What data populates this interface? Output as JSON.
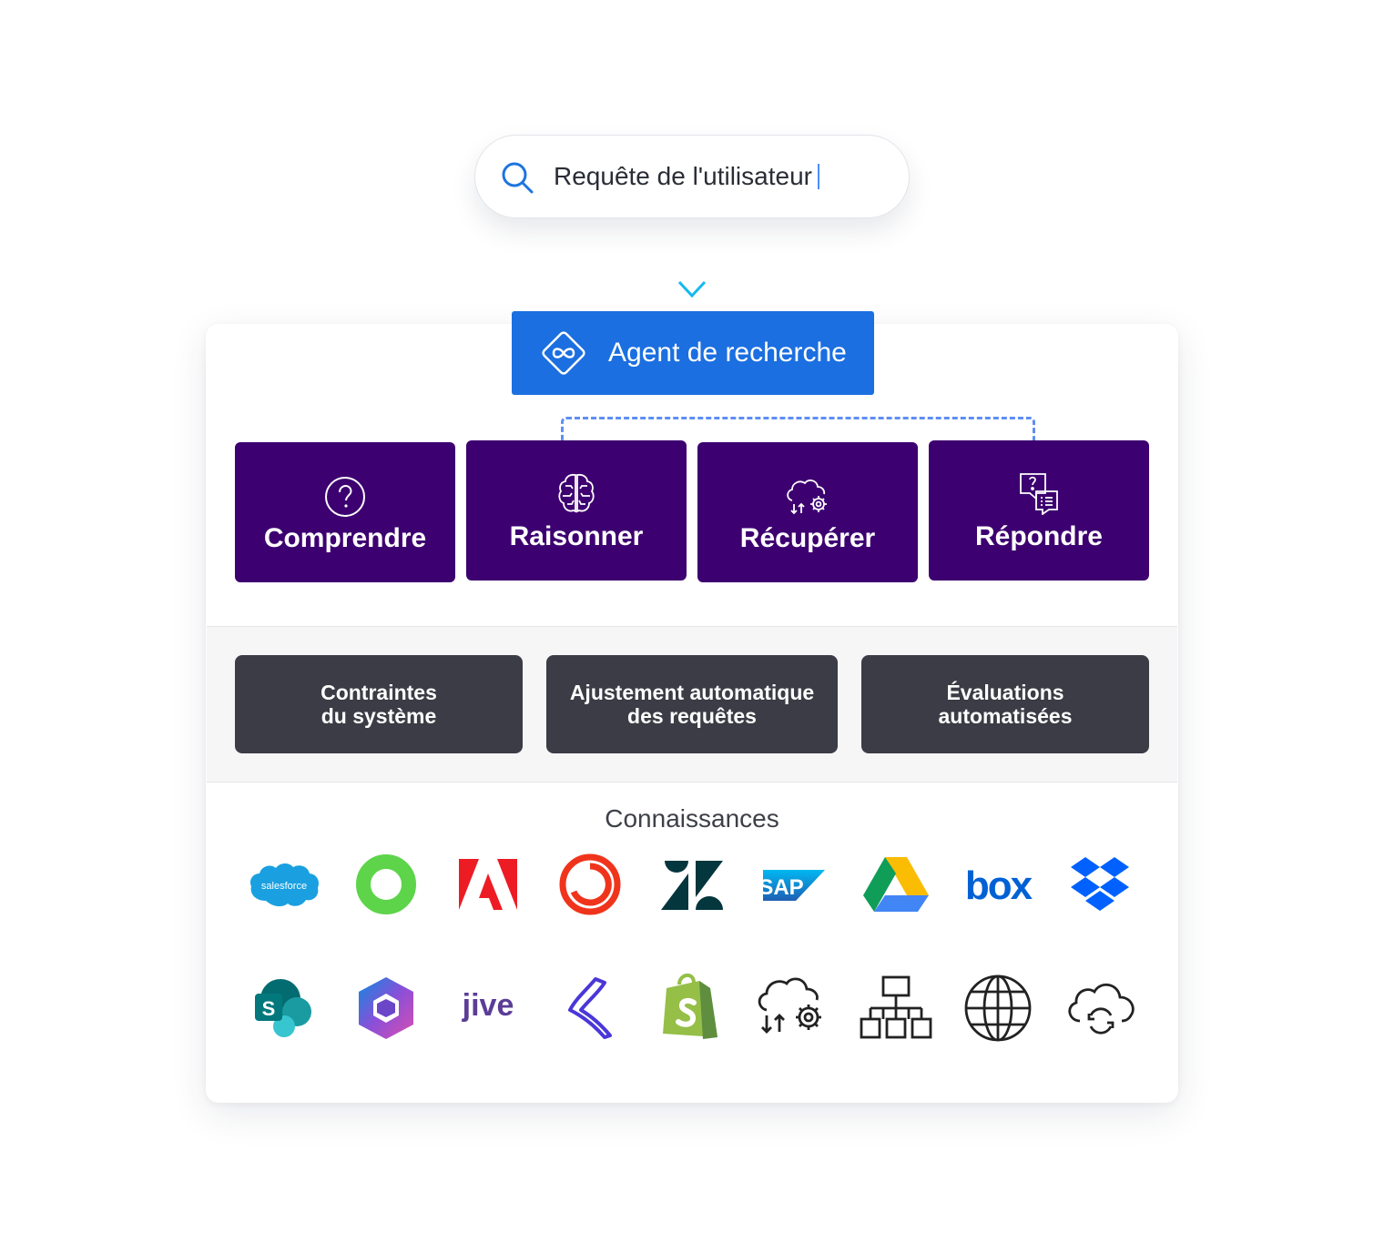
{
  "search": {
    "query": "Requête de l'utilisateur"
  },
  "agent": {
    "label": "Agent de recherche"
  },
  "stages": [
    {
      "label": "Comprendre",
      "icon": "question-circle-icon"
    },
    {
      "label": "Raisonner",
      "icon": "brain-icon"
    },
    {
      "label": "Récupérer",
      "icon": "cloud-gear-icon"
    },
    {
      "label": "Répondre",
      "icon": "chat-answer-icon"
    }
  ],
  "features": [
    {
      "label": "Contraintes\ndu système"
    },
    {
      "label": "Ajustement automatique\ndes requêtes"
    },
    {
      "label": "Évaluations\nautomatisées"
    }
  ],
  "knowledge": {
    "title": "Connaissances",
    "sources_row1": [
      "salesforce-logo",
      "green-ring-logo",
      "adobe-logo",
      "red-ring-logo",
      "zendesk-logo",
      "sap-logo",
      "google-drive-logo",
      "box-logo",
      "dropbox-logo"
    ],
    "sources_row2": [
      "sharepoint-logo",
      "microsoft-365-logo",
      "jive-logo",
      "purple-swoosh-logo",
      "shopify-logo",
      "cloud-gear-icon",
      "sitemap-icon",
      "globe-icon",
      "cloud-sync-icon"
    ]
  },
  "logo_text": {
    "salesforce": "salesforce",
    "sap": "SAP",
    "box": "box",
    "jive": "jive",
    "sharepoint": "S"
  },
  "colors": {
    "agent_blue": "#1b6fe0",
    "stage_purple": "#3d0070",
    "feature_gray": "#3b3c45",
    "dashed_line": "#5e8ef2"
  }
}
